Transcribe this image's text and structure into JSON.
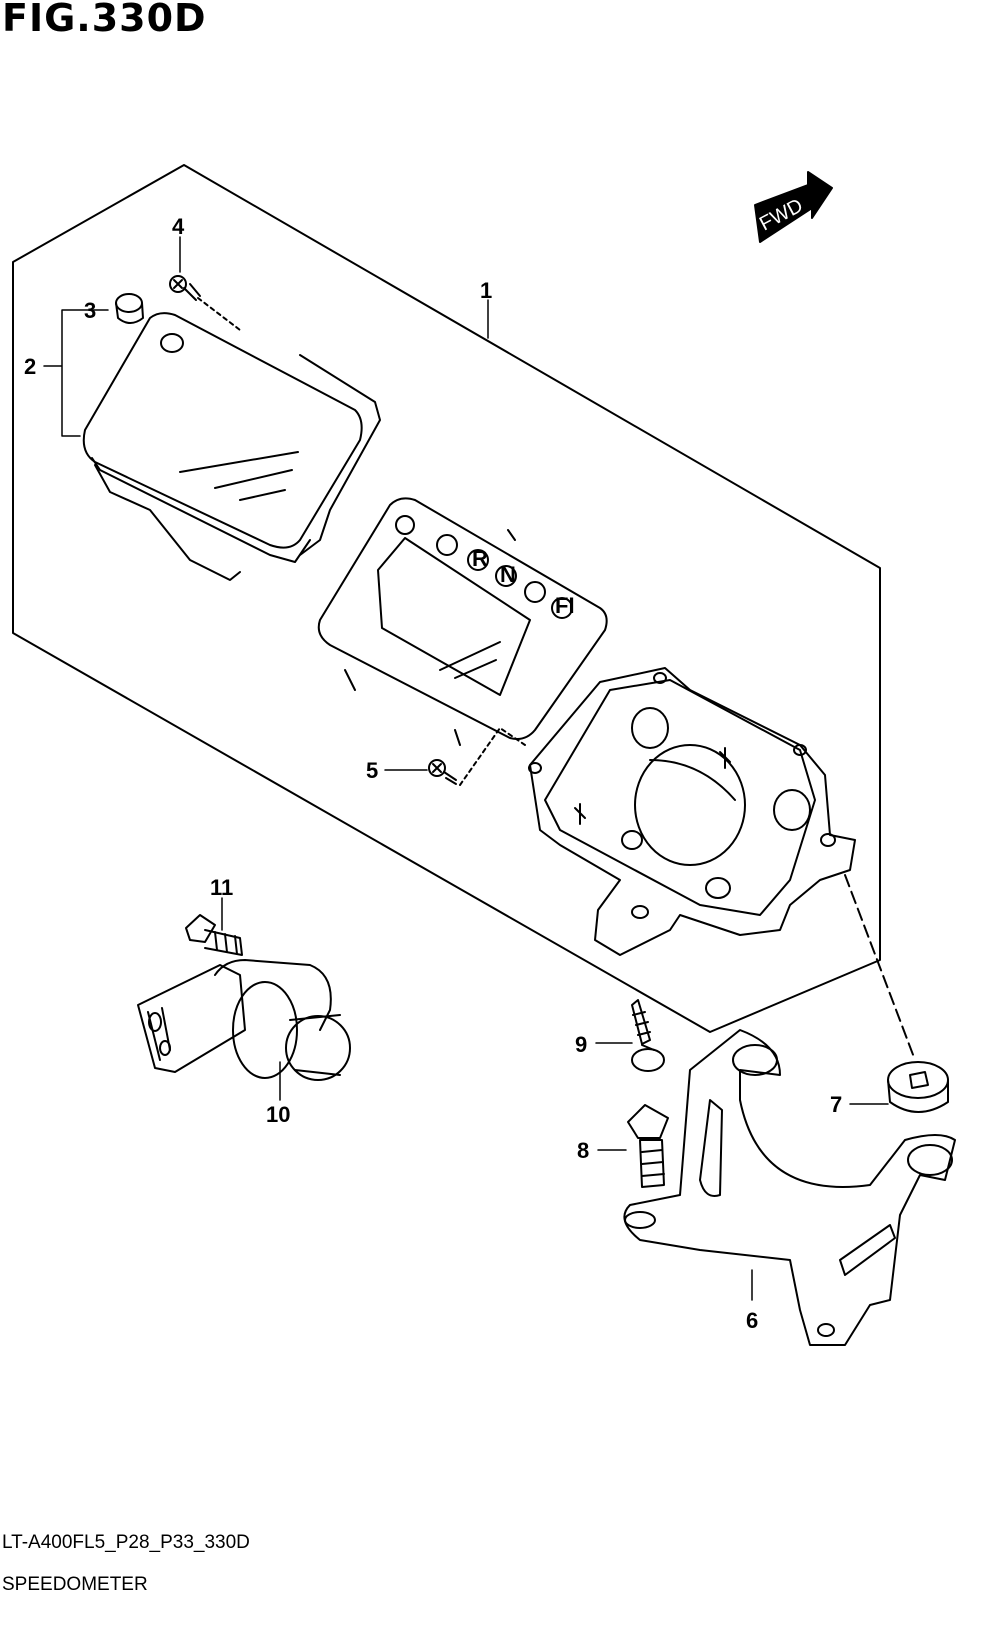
{
  "figure": {
    "title": "FIG.330D"
  },
  "footer": {
    "code": "LT-A400FL5_P28_P33_330D",
    "caption": "SPEEDOMETER"
  },
  "fwd_badge": {
    "text": "FWD"
  },
  "indicator_lights": [
    "R",
    "N",
    "FI"
  ],
  "callouts": [
    "1",
    "2",
    "3",
    "4",
    "5",
    "6",
    "7",
    "8",
    "9",
    "10",
    "11"
  ],
  "colors": {
    "line": "#000000",
    "background": "#ffffff",
    "badge_fill": "#000000",
    "badge_text": "#ffffff"
  }
}
